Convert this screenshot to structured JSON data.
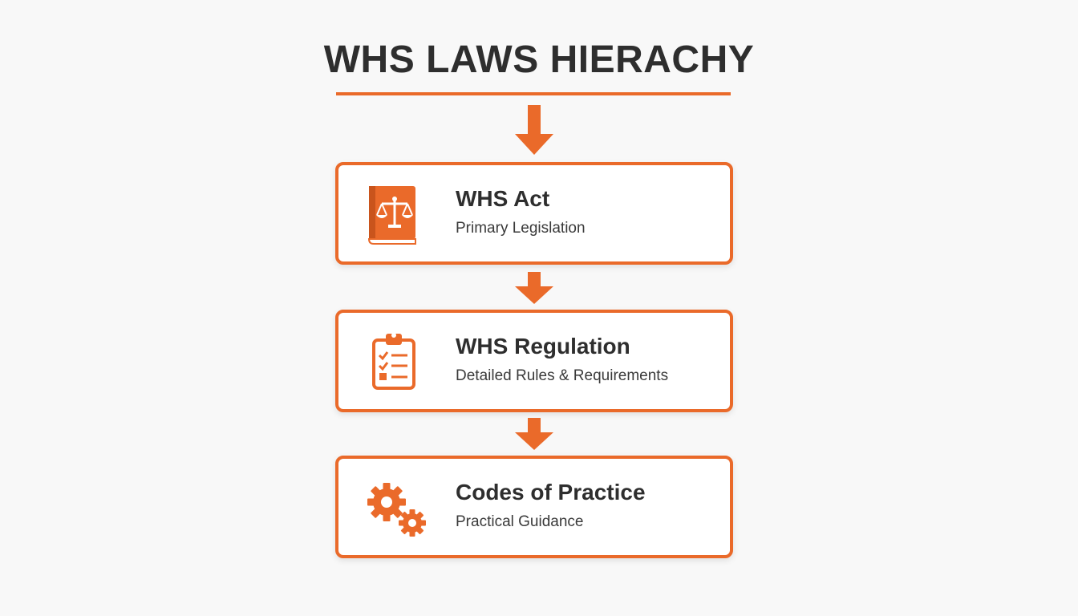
{
  "title": "WHS LAWS HIERACHY",
  "accent_color": "#ea6a2a",
  "levels": [
    {
      "title": "WHS Act",
      "subtitle": "Primary Legislation",
      "icon": "law-book-scales-icon"
    },
    {
      "title": "WHS Regulation",
      "subtitle": "Detailed Rules & Requirements",
      "icon": "clipboard-checklist-icon"
    },
    {
      "title": "Codes of Practice",
      "subtitle": "Practical Guidance",
      "icon": "gears-icon"
    }
  ]
}
